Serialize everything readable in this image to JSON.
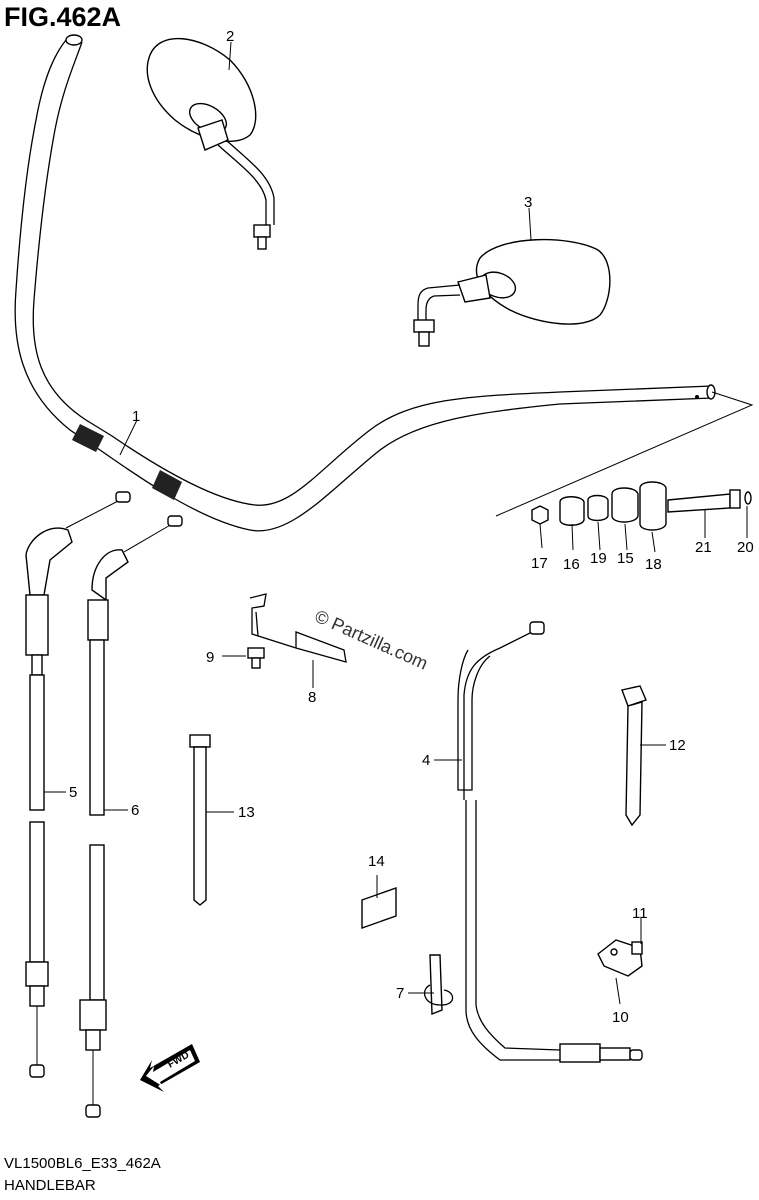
{
  "figure": {
    "title": "FIG.462A",
    "model_code": "VL1500BL6_E33_462A",
    "section_name": "HANDLEBAR",
    "watermark": "© Partzilla.com"
  },
  "callouts": [
    {
      "id": "p1",
      "text": "1"
    },
    {
      "id": "p2",
      "text": "2"
    },
    {
      "id": "p3",
      "text": "3"
    },
    {
      "id": "p4",
      "text": "4"
    },
    {
      "id": "p5",
      "text": "5"
    },
    {
      "id": "p6",
      "text": "6"
    },
    {
      "id": "p7",
      "text": "7"
    },
    {
      "id": "p8",
      "text": "8"
    },
    {
      "id": "p9",
      "text": "9"
    },
    {
      "id": "p10",
      "text": "10"
    },
    {
      "id": "p11",
      "text": "11"
    },
    {
      "id": "p12",
      "text": "12"
    },
    {
      "id": "p13",
      "text": "13"
    },
    {
      "id": "p14",
      "text": "14"
    },
    {
      "id": "p15",
      "text": "15"
    },
    {
      "id": "p16",
      "text": "16"
    },
    {
      "id": "p17",
      "text": "17"
    },
    {
      "id": "p18",
      "text": "18"
    },
    {
      "id": "p19",
      "text": "19"
    },
    {
      "id": "p20",
      "text": "20"
    },
    {
      "id": "p21",
      "text": "21"
    }
  ],
  "fwd_arrow": {
    "text": "FWD",
    "icon": "forward-arrow-icon"
  }
}
